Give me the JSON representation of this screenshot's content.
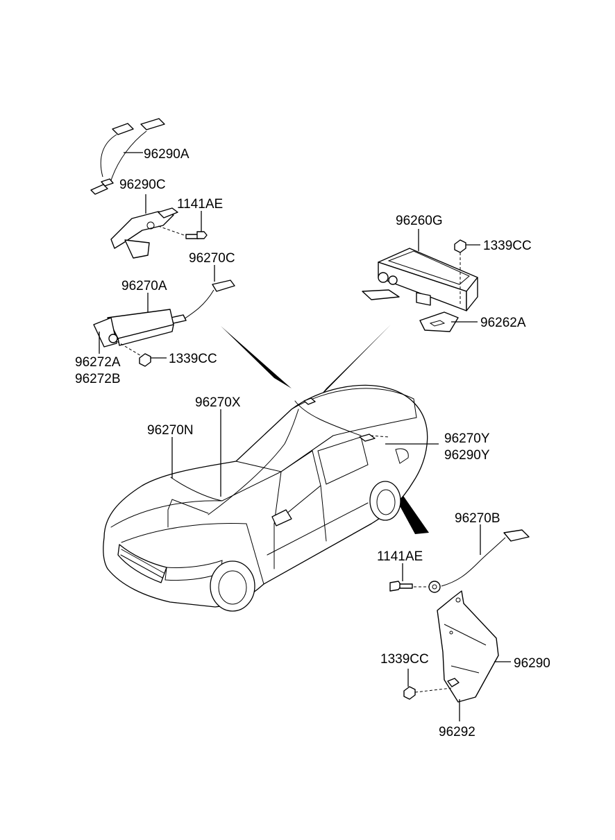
{
  "diagram": {
    "labels": {
      "p96290A": "96290A",
      "p96290C": "96290C",
      "p1141AE_top": "1141AE",
      "p96270C": "96270C",
      "p96270A": "96270A",
      "p96272A": "96272A",
      "p96272B": "96272B",
      "p1339CC_left": "1339CC",
      "p96260G": "96260G",
      "p1339CC_right": "1339CC",
      "p96262A": "96262A",
      "p96270X": "96270X",
      "p96270N": "96270N",
      "p96270Y": "96270Y",
      "p96290Y": "96290Y",
      "p96270B": "96270B",
      "p1141AE_bottom": "1141AE",
      "p1339CC_bottom": "1339CC",
      "p96290": "96290",
      "p96292": "96292"
    }
  }
}
